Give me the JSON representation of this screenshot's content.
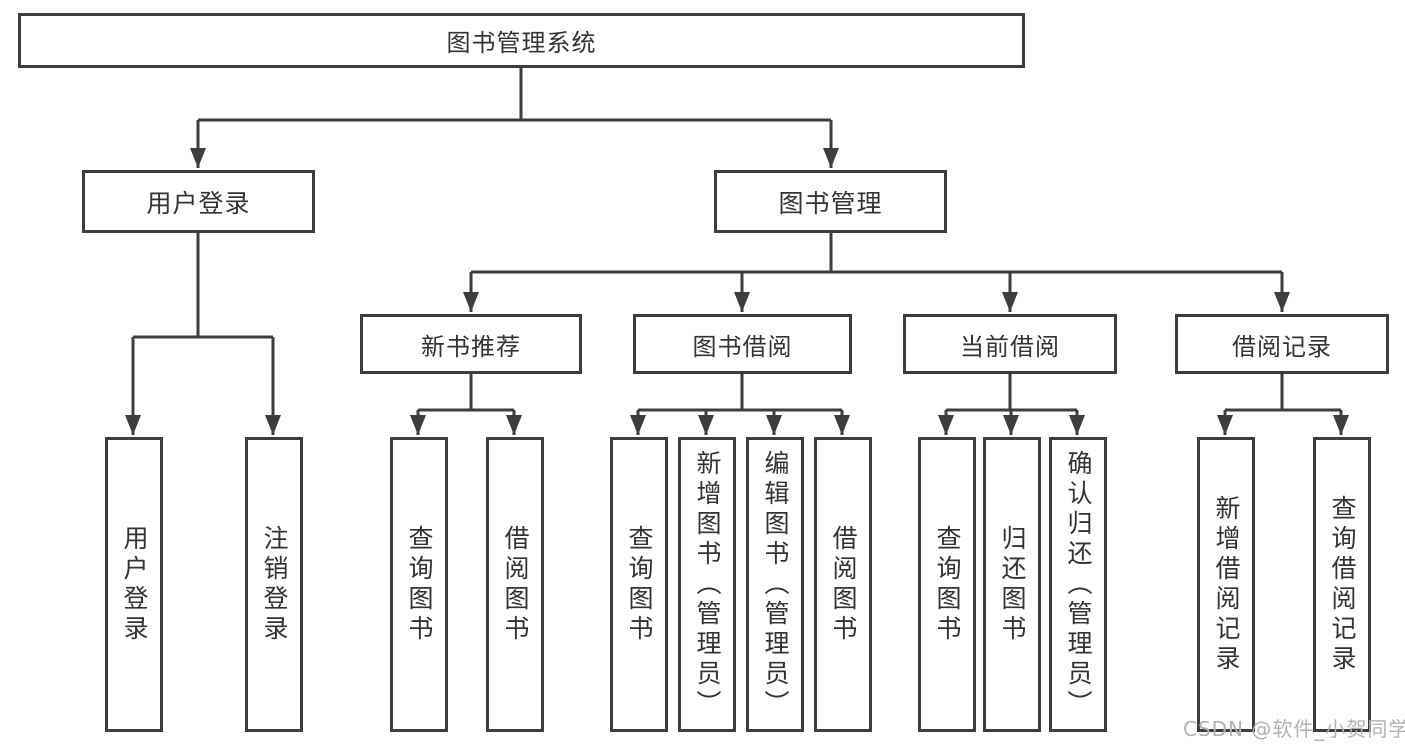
{
  "diagram": {
    "root": {
      "label": "图书管理系统"
    },
    "branches": [
      {
        "label": "用户登录",
        "children": [
          {
            "label": "用户登录"
          },
          {
            "label": "注销登录"
          }
        ]
      },
      {
        "label": "图书管理",
        "children": [
          {
            "label": "新书推荐",
            "children": [
              {
                "label": "查询图书"
              },
              {
                "label": "借阅图书"
              }
            ]
          },
          {
            "label": "图书借阅",
            "children": [
              {
                "label": "查询图书"
              },
              {
                "label": "新增图书（管理员）"
              },
              {
                "label": "编辑图书（管理员）"
              },
              {
                "label": "借阅图书"
              }
            ]
          },
          {
            "label": "当前借阅",
            "children": [
              {
                "label": "查询图书"
              },
              {
                "label": "归还图书"
              },
              {
                "label": "确认归还（管理员）"
              }
            ]
          },
          {
            "label": "借阅记录",
            "children": [
              {
                "label": "新增借阅记录"
              },
              {
                "label": "查询借阅记录"
              }
            ]
          }
        ]
      }
    ]
  },
  "watermark": {
    "text": "CSDN @软件_小贺同学"
  },
  "colors": {
    "line": "#3d3d3d",
    "text": "#333333",
    "watermark": "#b2b2b2",
    "background": "#ffffff"
  }
}
